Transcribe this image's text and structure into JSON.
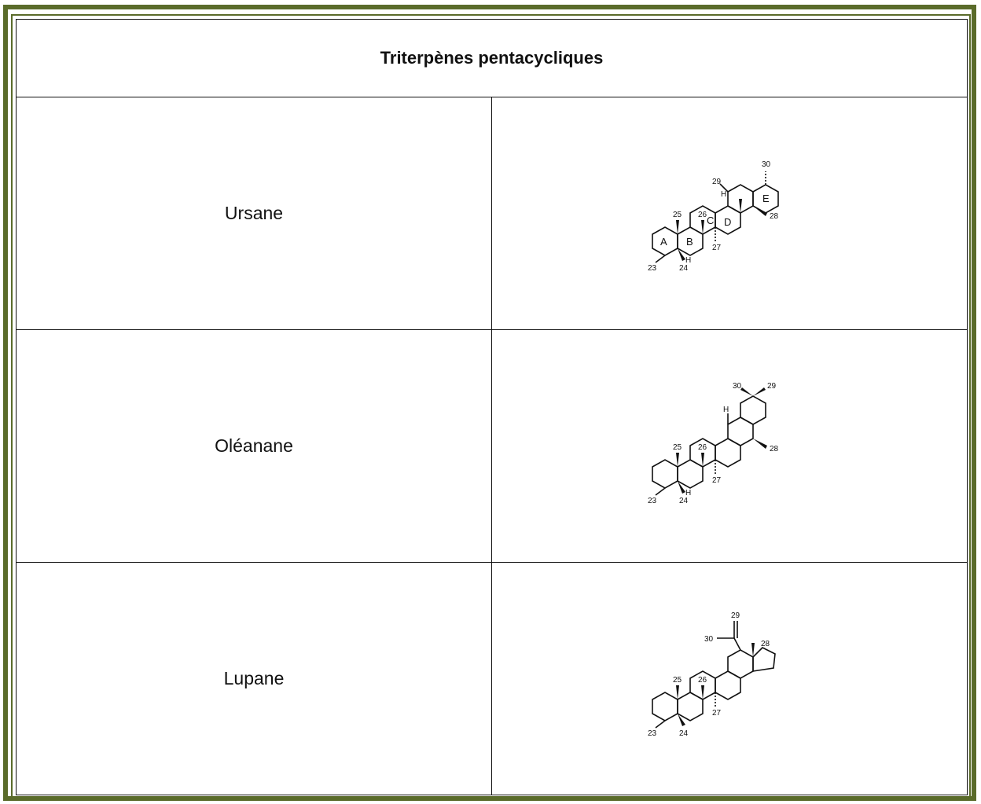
{
  "table": {
    "title": "Triterpènes pentacycliques",
    "rows": [
      {
        "name": "Ursane",
        "structure_labels": [
          "30",
          "29",
          "H",
          "E",
          "25",
          "26",
          "C",
          "D",
          "28",
          "A",
          "B",
          "27",
          "23",
          "24",
          "H"
        ]
      },
      {
        "name": "Oléanane",
        "structure_labels": [
          "30",
          "29",
          "H",
          "25",
          "26",
          "28",
          "27",
          "23",
          "24",
          "H"
        ]
      },
      {
        "name": "Lupane",
        "structure_labels": [
          "29",
          "30",
          "28",
          "25",
          "26",
          "27",
          "23",
          "24"
        ]
      }
    ]
  },
  "colors": {
    "frame": "#5a6b2a",
    "text": "#111111"
  }
}
